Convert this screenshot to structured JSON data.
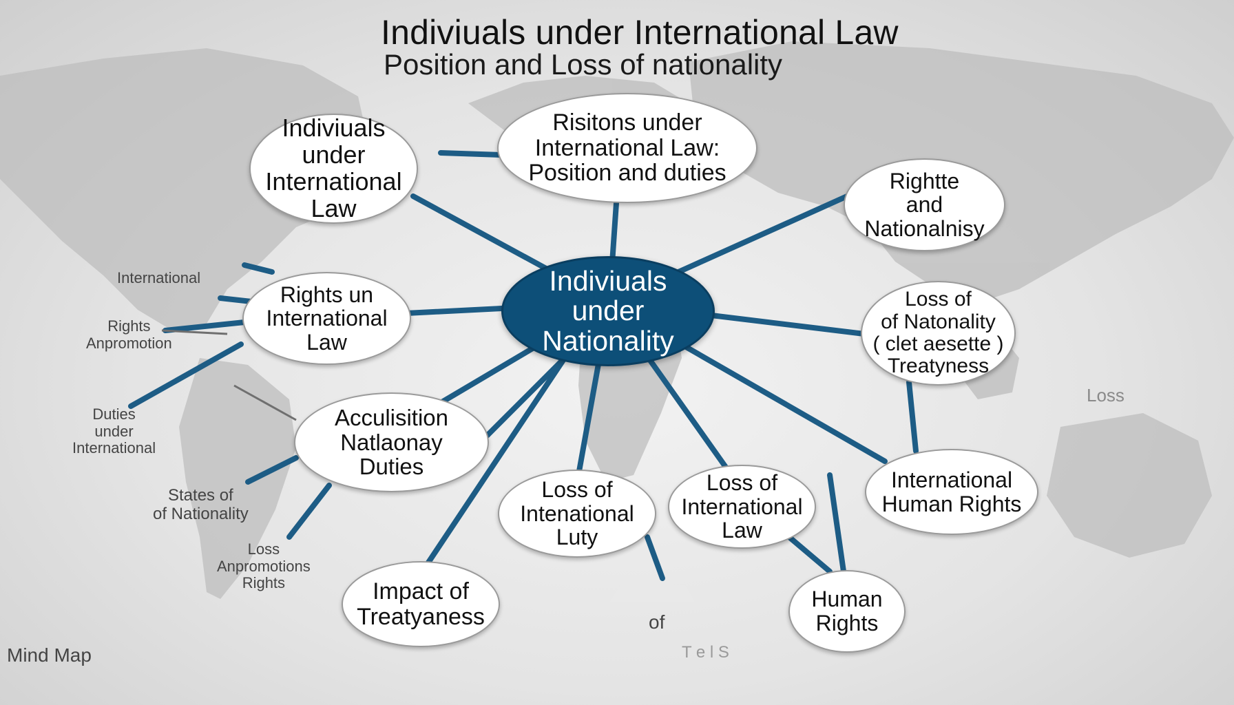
{
  "title": "Indiviuals under International Law",
  "subtitle": "Position and Loss of nationality",
  "center": {
    "label": "Indiviuals\nunder\nNationality"
  },
  "nodes": {
    "top_left": "Indiviuals\nunder\nInternational\nLaw",
    "top_center": "Risitons under\nInternational Law:\nPosition and  duties",
    "right_top": "Rightte\nand\nNationalnisy",
    "left_middle": "Rights un\nInternational\nLaw",
    "right_middle": "Loss of\nof Natonality\n( clet aesette )\nTreatyness",
    "left_lower": "Acculisition\nNatlaonay\nDuties",
    "right_lower": "International\nHuman Rights",
    "bottom_a": "Loss of\nIntenational\nLuty",
    "bottom_b": "Loss of\nInternational\nLaw",
    "bottom_left": "Impact of\nTreatyaness",
    "bottom_right": "Human\nRights"
  },
  "satellites": {
    "international": "International",
    "rights_anpromotion": "Rights\nAnpromotion",
    "duties_under": "Duties\nunder\nInternational",
    "states_of": "States of\nof Nationality",
    "loss_anpromotions": "Loss\nAnpromotions\nRights",
    "of": "of",
    "tail_s": "T e l S",
    "loss_right": "Loss"
  },
  "footer": "Mind Map",
  "colors": {
    "connector": "#1d5c85",
    "center_fill": "#0d4f78"
  }
}
